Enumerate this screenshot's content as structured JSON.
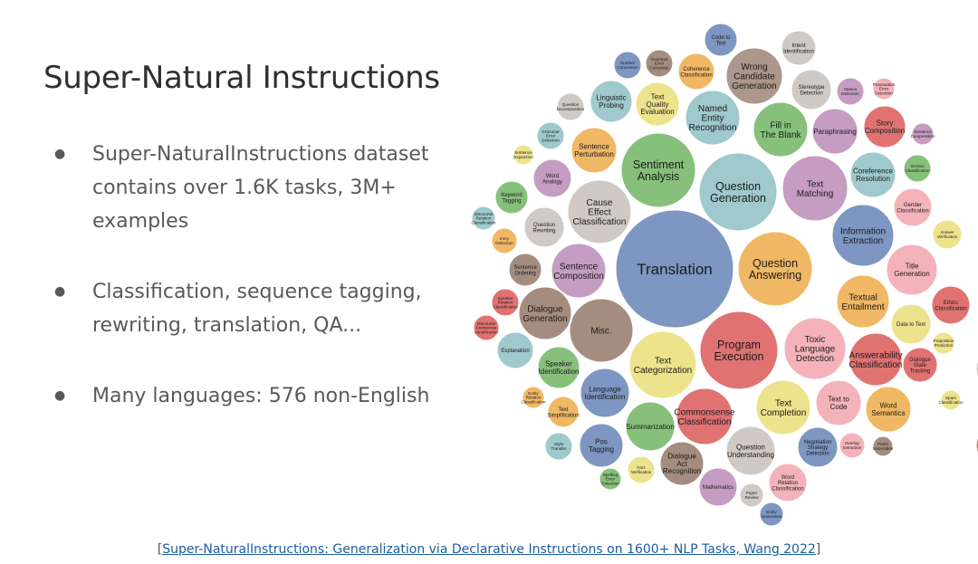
{
  "slide": {
    "title": "Super-Natural Instructions",
    "bullets": [
      "Super-NaturalInstructions dataset contains over 1.6K tasks,  3M+ examples",
      "Classification, sequence tagging, rewriting, translation, QA...",
      "Many languages: 576 non-English"
    ],
    "citation_open": "[",
    "citation_text": "Super-NaturalInstructions: Generalization via Declarative Instructions on 1600+ NLP Tasks, Wang 2022",
    "citation_close": "]"
  },
  "colors": {
    "text": "#595959",
    "title": "#2f2f2f",
    "link": "#1a5c9e"
  },
  "chart_data": {
    "type": "bubble",
    "bubbles": [
      {
        "label": "Translation",
        "color": "#7d96c2"
      },
      {
        "label": "Question Answering",
        "color": "#f0b865"
      },
      {
        "label": "Program Execution",
        "color": "#e17272"
      },
      {
        "label": "Question Generation",
        "color": "#9fc9cc"
      },
      {
        "label": "Sentiment Analysis",
        "color": "#87c07a"
      },
      {
        "label": "Misc.",
        "color": "#a48d7f"
      },
      {
        "label": "Text Categorization",
        "color": "#ede38d"
      },
      {
        "label": "Toxic Language Detection",
        "color": "#f4b3ba"
      },
      {
        "label": "Cause Effect Classification",
        "color": "#cfcac6"
      },
      {
        "label": "Text Matching",
        "color": "#c59cc2"
      },
      {
        "label": "Wrong Candidate Generation",
        "color": "#ad968b"
      },
      {
        "label": "Commonsense Classification",
        "color": "#e17272"
      },
      {
        "label": "Named Entity Recognition",
        "color": "#9fc9cc"
      },
      {
        "label": "Fill in The Blank",
        "color": "#87c07a"
      },
      {
        "label": "Information Extraction",
        "color": "#7d96c2"
      },
      {
        "label": "Textual Entailment",
        "color": "#f0b865"
      },
      {
        "label": "Text Completion",
        "color": "#ede38d"
      },
      {
        "label": "Summarization",
        "color": "#87c07a"
      },
      {
        "label": "Language Identification",
        "color": "#7d96c2"
      },
      {
        "label": "Question Understanding",
        "color": "#cfcac6"
      },
      {
        "label": "Answerability Classification",
        "color": "#e17272"
      },
      {
        "label": "Title Generation",
        "color": "#f4b3ba"
      },
      {
        "label": "Sentence Composition",
        "color": "#c59cc2"
      },
      {
        "label": "Dialogue Generation",
        "color": "#a48d7f"
      },
      {
        "label": "Paraphrasing",
        "color": "#c59cc2"
      },
      {
        "label": "Word Semantics",
        "color": "#f0b865"
      },
      {
        "label": "Text to Code",
        "color": "#f4b3ba"
      },
      {
        "label": "Negotiation Strategy Detection",
        "color": "#7d96c2"
      },
      {
        "label": "Coreference Resolution",
        "color": "#9fc9cc"
      },
      {
        "label": "Text Quality Evaluation",
        "color": "#ede38d"
      },
      {
        "label": "Linguistic Probing",
        "color": "#9fc9cc"
      },
      {
        "label": "Question Rewriting",
        "color": "#cfcac6"
      },
      {
        "label": "Sentence Perturbation",
        "color": "#f0b865"
      },
      {
        "label": "Speaker Identification",
        "color": "#87c07a"
      },
      {
        "label": "Story Composition",
        "color": "#e17272"
      },
      {
        "label": "Stereotype Detection",
        "color": "#cfcac6"
      },
      {
        "label": "Pos Tagging",
        "color": "#7d96c2"
      },
      {
        "label": "Dialogue Act Recognition",
        "color": "#a48d7f"
      },
      {
        "label": "Mathematics",
        "color": "#c59cc2"
      },
      {
        "label": "Data to Text",
        "color": "#ede38d"
      },
      {
        "label": "Explanation",
        "color": "#9fc9cc"
      },
      {
        "label": "Word Relation Classification",
        "color": "#f4b3ba"
      },
      {
        "label": "Ethics Classification",
        "color": "#e17272"
      },
      {
        "label": "Dialogue State Tracking",
        "color": "#e17272"
      },
      {
        "label": "Word Analogy",
        "color": "#c59cc2"
      },
      {
        "label": "Keyword Tagging",
        "color": "#87c07a"
      },
      {
        "label": "Coherence Classification",
        "color": "#f0b865"
      },
      {
        "label": "Gender Classification",
        "color": "#f4b3ba"
      },
      {
        "label": "Answer Verification",
        "color": "#ede38d"
      },
      {
        "label": "Code to Text",
        "color": "#7d96c2"
      },
      {
        "label": "Intent Identification",
        "color": "#cfcac6"
      },
      {
        "label": "Text Simplification",
        "color": "#f0b865"
      },
      {
        "label": "Sentence Ordering",
        "color": "#a48d7f"
      },
      {
        "label": "Fact Verification",
        "color": "#ede38d"
      },
      {
        "label": "Style Transfer",
        "color": "#9fc9cc"
      },
      {
        "label": "Grammar Error Correction",
        "color": "#a48d7f"
      },
      {
        "label": "Number Conversion",
        "color": "#7d96c2"
      },
      {
        "label": "Grammar Error Detection",
        "color": "#9fc9cc"
      },
      {
        "label": "Question Decomposition",
        "color": "#cfcac6"
      },
      {
        "label": "Stance Detection",
        "color": "#c59cc2"
      },
      {
        "label": "Section Classification",
        "color": "#87c07a"
      },
      {
        "label": "Speaker Relation Classification",
        "color": "#e17272"
      },
      {
        "label": "Discourse Connective Identification",
        "color": "#e17272"
      },
      {
        "label": "Irony Detection",
        "color": "#f0b865"
      },
      {
        "label": "Discourse Relation Classification",
        "color": "#9fc9cc"
      },
      {
        "label": "Sentence Expansion",
        "color": "#ede38d"
      },
      {
        "label": "Punctuation Error Detection",
        "color": "#f4b3ba"
      },
      {
        "label": "Sentence Compression",
        "color": "#c59cc2"
      },
      {
        "label": "Preposition Prediction",
        "color": "#ede38d"
      },
      {
        "label": "Spam Classification",
        "color": "#ede38d"
      },
      {
        "label": "Overlap Extraction",
        "color": "#f4b3ba"
      },
      {
        "label": "Poem Generation",
        "color": "#a48d7f"
      },
      {
        "label": "Entity Relation Classification",
        "color": "#f0b865"
      },
      {
        "label": "Spelling Error Detection",
        "color": "#87c07a"
      },
      {
        "label": "Paper Review",
        "color": "#cfcac6"
      },
      {
        "label": "Entity Generation",
        "color": "#7d96c2"
      },
      {
        "label": "",
        "color": "#cfcac6"
      },
      {
        "label": "",
        "color": "#a48d7f"
      }
    ]
  }
}
